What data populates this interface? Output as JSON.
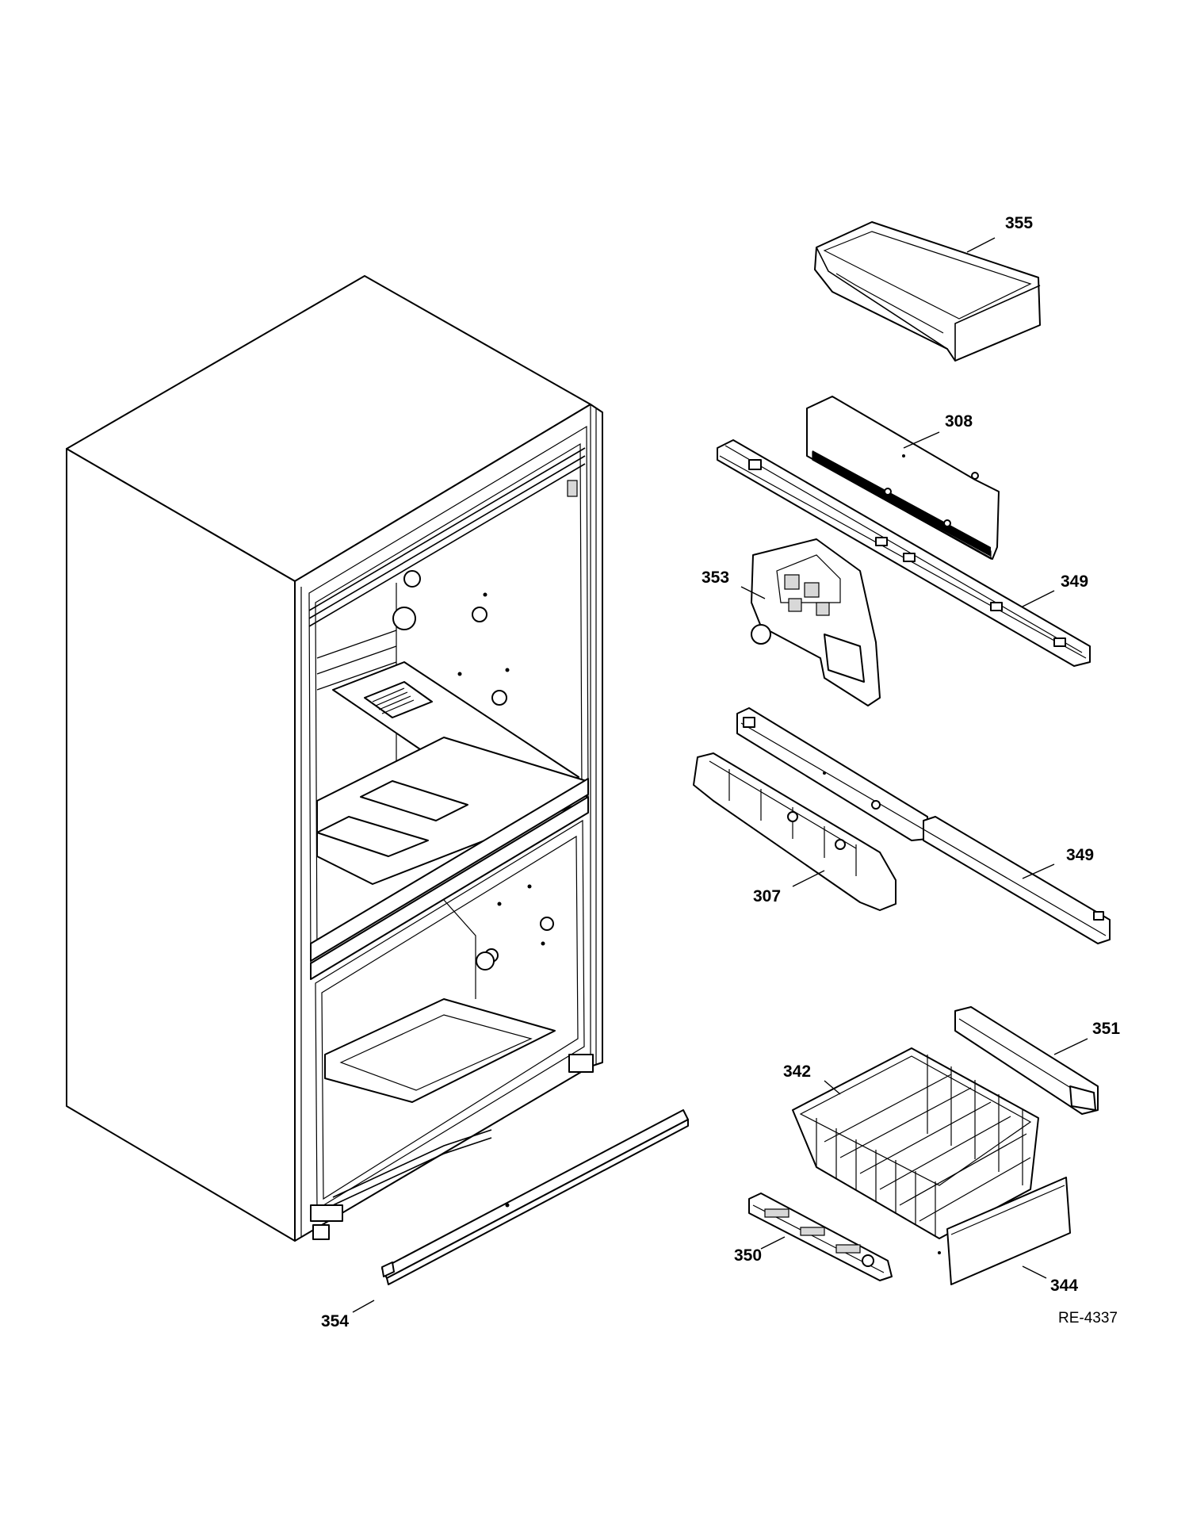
{
  "callouts": {
    "c355": "355",
    "c308": "308",
    "c353": "353",
    "c349_top": "349",
    "c307": "307",
    "c349_mid": "349",
    "c351": "351",
    "c342": "342",
    "c350": "350",
    "c344": "344",
    "c354": "354"
  },
  "reference_code": "RE-4337"
}
